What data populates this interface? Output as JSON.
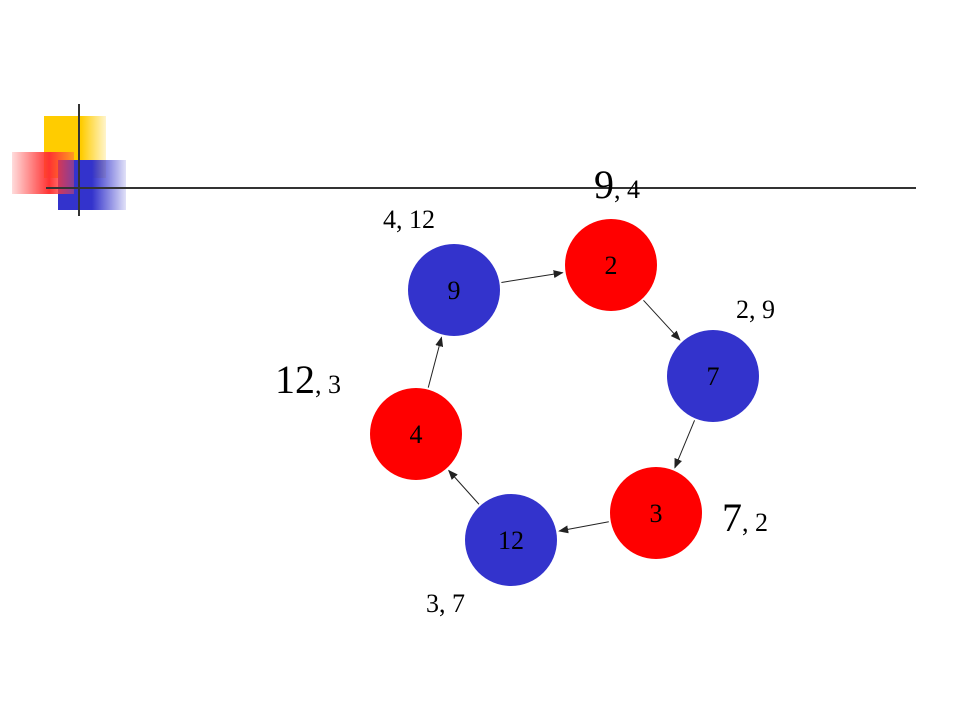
{
  "colors": {
    "red": "#ff0000",
    "blue": "#3333cc",
    "yellow": "#ffcc00",
    "line": "#333333",
    "arrow": "#222222"
  },
  "nodes": [
    {
      "id": "n2",
      "label": "2",
      "color": "red"
    },
    {
      "id": "n7",
      "label": "7",
      "color": "blue"
    },
    {
      "id": "n3",
      "label": "3",
      "color": "red"
    },
    {
      "id": "n12",
      "label": "12",
      "color": "blue"
    },
    {
      "id": "n4",
      "label": "4",
      "color": "red"
    },
    {
      "id": "n9",
      "label": "9",
      "color": "blue"
    }
  ],
  "edges": [
    {
      "from": "n9",
      "to": "n2"
    },
    {
      "from": "n2",
      "to": "n7"
    },
    {
      "from": "n7",
      "to": "n3"
    },
    {
      "from": "n3",
      "to": "n12"
    },
    {
      "from": "n12",
      "to": "n4"
    },
    {
      "from": "n4",
      "to": "n9"
    }
  ],
  "pair_labels": [
    {
      "id": "p2",
      "first": "9",
      "rest": ", 4",
      "emphasis": "big"
    },
    {
      "id": "p7",
      "first": "2",
      "rest": ", 9",
      "emphasis": "normal"
    },
    {
      "id": "p3",
      "first": "7",
      "rest": ", 2",
      "emphasis": "big"
    },
    {
      "id": "p12",
      "first": "3",
      "rest": ", 7",
      "emphasis": "normal"
    },
    {
      "id": "p4",
      "first": "12",
      "rest": ", 3",
      "emphasis": "big"
    },
    {
      "id": "p9",
      "first": "4",
      "rest": ", 12",
      "emphasis": "normal"
    }
  ]
}
